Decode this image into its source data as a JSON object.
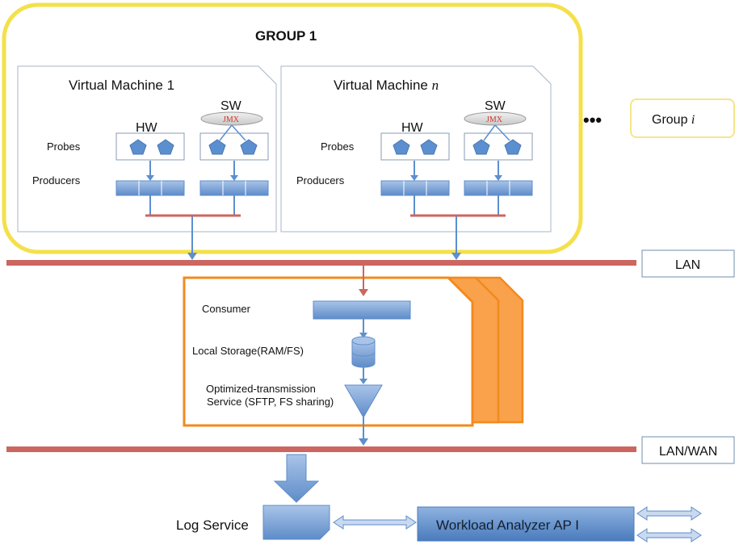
{
  "group": {
    "title": "GROUP 1"
  },
  "vm1": {
    "title": "Virtual Machine 1",
    "hw": "HW",
    "sw": "SW",
    "jmx": "JMX",
    "probes": "Probes",
    "producers": "Producers"
  },
  "vmn": {
    "title_prefix": "Virtual Machine ",
    "title_var": "n",
    "hw": "HW",
    "sw": "SW",
    "jmx": "JMX",
    "probes": "Probes",
    "producers": "Producers"
  },
  "ellipsis": "•••",
  "groupi": {
    "prefix": "Group ",
    "var": "i"
  },
  "networks": {
    "lan": "LAN",
    "lanwan": "LAN/WAN"
  },
  "consumer_node": {
    "consumer": "Consumer",
    "storage": "Local Storage(RAM/FS)",
    "transmission_line1": "Optimized-transmission",
    "transmission_line2": "Service (SFTP, FS sharing)"
  },
  "log_service": "Log Service",
  "workload_analyzer": "Workload Analyzer AP I",
  "colors": {
    "group_border": "#f4e04a",
    "network_bar": "#cc6660",
    "node_orange": "#f28a1e",
    "node_fill": "#f9a24b",
    "component_blue": "#6f9bd2",
    "arrow_blue": "#5b8fd0",
    "jmx_red": "#d23a2a"
  }
}
